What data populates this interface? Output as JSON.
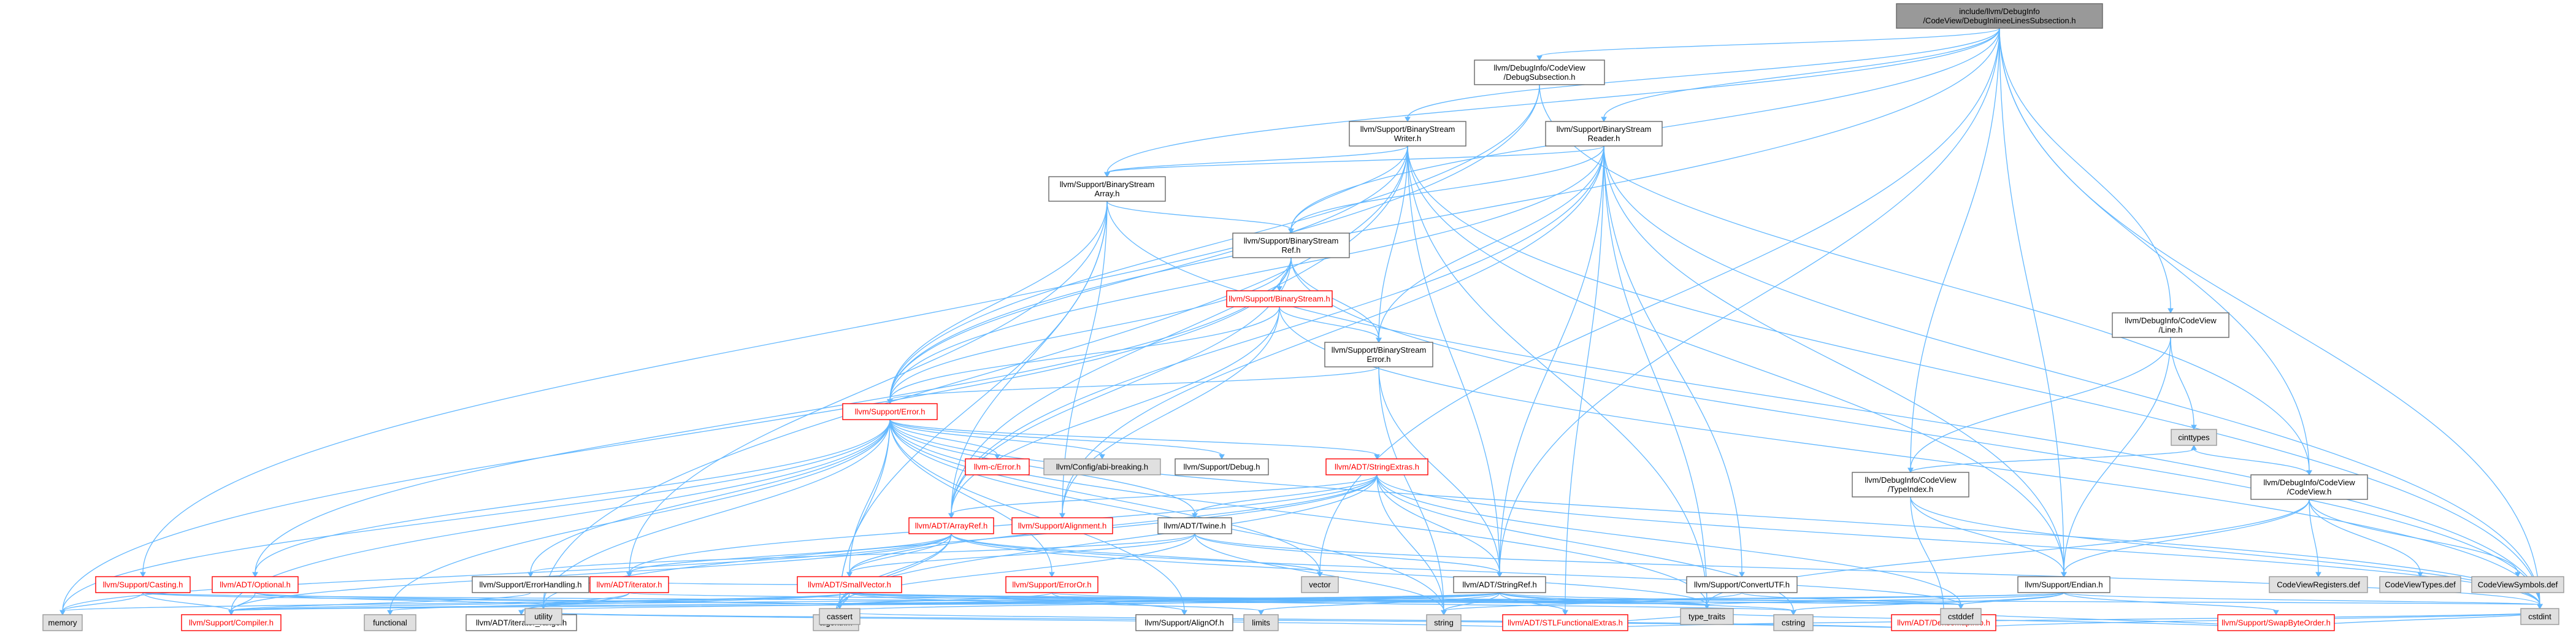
{
  "colors": {
    "edge": "#63b8ff",
    "root_fill": "#999999",
    "node_border": "#666666",
    "red_text": "#ff0000",
    "system_fill": "#e0e0e0"
  },
  "nodes": [
    {
      "id": "root",
      "lines": [
        "include/llvm/DebugInfo",
        "/CodeView/DebugInlineeLinesSubsection.h"
      ],
      "kind": "root"
    },
    {
      "id": "dbgsub",
      "lines": [
        "llvm/DebugInfo/CodeView",
        "/DebugSubsection.h"
      ],
      "kind": "normal"
    },
    {
      "id": "bsw",
      "lines": [
        "llvm/Support/BinaryStream",
        "Writer.h"
      ],
      "kind": "normal"
    },
    {
      "id": "bsr",
      "lines": [
        "llvm/Support/BinaryStream",
        "Reader.h"
      ],
      "kind": "normal"
    },
    {
      "id": "bsa",
      "lines": [
        "llvm/Support/BinaryStream",
        "Array.h"
      ],
      "kind": "normal"
    },
    {
      "id": "bsref",
      "lines": [
        "llvm/Support/BinaryStream",
        "Ref.h"
      ],
      "kind": "normal"
    },
    {
      "id": "bs",
      "lines": [
        "llvm/Support/BinaryStream.h"
      ],
      "kind": "red"
    },
    {
      "id": "bserr",
      "lines": [
        "llvm/Support/BinaryStream",
        "Error.h"
      ],
      "kind": "normal"
    },
    {
      "id": "error",
      "lines": [
        "llvm/Support/Error.h"
      ],
      "kind": "red"
    },
    {
      "id": "cerror",
      "lines": [
        "llvm-c/Error.h"
      ],
      "kind": "red"
    },
    {
      "id": "abibreak",
      "lines": [
        "llvm/Config/abi-breaking.h"
      ],
      "kind": "sys"
    },
    {
      "id": "debug",
      "lines": [
        "llvm/Support/Debug.h"
      ],
      "kind": "normal"
    },
    {
      "id": "strext",
      "lines": [
        "llvm/ADT/StringExtras.h"
      ],
      "kind": "red"
    },
    {
      "id": "arrayref",
      "lines": [
        "llvm/ADT/ArrayRef.h"
      ],
      "kind": "red"
    },
    {
      "id": "alignment",
      "lines": [
        "llvm/Support/Alignment.h"
      ],
      "kind": "red"
    },
    {
      "id": "twine",
      "lines": [
        "llvm/ADT/Twine.h"
      ],
      "kind": "normal"
    },
    {
      "id": "cvline",
      "lines": [
        "llvm/DebugInfo/CodeView",
        "/Line.h"
      ],
      "kind": "normal"
    },
    {
      "id": "typeindex",
      "lines": [
        "llvm/DebugInfo/CodeView",
        "/TypeIndex.h"
      ],
      "kind": "normal"
    },
    {
      "id": "codeview",
      "lines": [
        "llvm/DebugInfo/CodeView",
        "/CodeView.h"
      ],
      "kind": "normal"
    },
    {
      "id": "casting",
      "lines": [
        "llvm/Support/Casting.h"
      ],
      "kind": "red"
    },
    {
      "id": "optional",
      "lines": [
        "llvm/ADT/Optional.h"
      ],
      "kind": "red"
    },
    {
      "id": "errhandling",
      "lines": [
        "llvm/Support/ErrorHandling.h"
      ],
      "kind": "normal"
    },
    {
      "id": "iterator",
      "lines": [
        "llvm/ADT/iterator.h"
      ],
      "kind": "red"
    },
    {
      "id": "smallvec",
      "lines": [
        "llvm/ADT/SmallVector.h"
      ],
      "kind": "red"
    },
    {
      "id": "erroror",
      "lines": [
        "llvm/Support/ErrorOr.h"
      ],
      "kind": "red"
    },
    {
      "id": "vector",
      "lines": [
        "vector"
      ],
      "kind": "sys"
    },
    {
      "id": "stringref",
      "lines": [
        "llvm/ADT/StringRef.h"
      ],
      "kind": "normal"
    },
    {
      "id": "convutf",
      "lines": [
        "llvm/Support/ConvertUTF.h"
      ],
      "kind": "normal"
    },
    {
      "id": "endian",
      "lines": [
        "llvm/Support/Endian.h"
      ],
      "kind": "normal"
    },
    {
      "id": "cvreg",
      "lines": [
        "CodeViewRegisters.def"
      ],
      "kind": "sys"
    },
    {
      "id": "cvtypes",
      "lines": [
        "CodeViewTypes.def"
      ],
      "kind": "sys"
    },
    {
      "id": "cvsym",
      "lines": [
        "CodeViewSymbols.def"
      ],
      "kind": "sys"
    },
    {
      "id": "memory",
      "lines": [
        "memory"
      ],
      "kind": "sys"
    },
    {
      "id": "compiler",
      "lines": [
        "llvm/Support/Compiler.h"
      ],
      "kind": "red"
    },
    {
      "id": "functional",
      "lines": [
        "functional"
      ],
      "kind": "sys"
    },
    {
      "id": "itrange",
      "lines": [
        "llvm/ADT/iterator_range.h"
      ],
      "kind": "normal"
    },
    {
      "id": "algorithm",
      "lines": [
        "algorithm"
      ],
      "kind": "sys"
    },
    {
      "id": "alignof",
      "lines": [
        "llvm/Support/AlignOf.h"
      ],
      "kind": "normal"
    },
    {
      "id": "limits",
      "lines": [
        "limits"
      ],
      "kind": "sys"
    },
    {
      "id": "string",
      "lines": [
        "string"
      ],
      "kind": "sys"
    },
    {
      "id": "stlfunc",
      "lines": [
        "llvm/ADT/STLFunctionalExtras.h"
      ],
      "kind": "red"
    },
    {
      "id": "cstring",
      "lines": [
        "cstring"
      ],
      "kind": "sys"
    },
    {
      "id": "densemapinfo",
      "lines": [
        "llvm/ADT/DenseMapInfo.h"
      ],
      "kind": "red"
    },
    {
      "id": "swapbyte",
      "lines": [
        "llvm/Support/SwapByteOrder.h"
      ],
      "kind": "red"
    },
    {
      "id": "cinttypes",
      "lines": [
        "cinttypes"
      ],
      "kind": "sys"
    },
    {
      "id": "utility",
      "lines": [
        "utility"
      ],
      "kind": "sys"
    },
    {
      "id": "cassert",
      "lines": [
        "cassert"
      ],
      "kind": "sys"
    },
    {
      "id": "typetraits",
      "lines": [
        "type_traits"
      ],
      "kind": "sys"
    },
    {
      "id": "cstddef",
      "lines": [
        "cstddef"
      ],
      "kind": "sys"
    },
    {
      "id": "cstdint",
      "lines": [
        "cstdint"
      ],
      "kind": "sys"
    }
  ],
  "edges": [
    [
      "root",
      "dbgsub"
    ],
    [
      "root",
      "bsw"
    ],
    [
      "root",
      "bsr"
    ],
    [
      "root",
      "bsa"
    ],
    [
      "root",
      "bsref"
    ],
    [
      "root",
      "error"
    ],
    [
      "root",
      "cvline"
    ],
    [
      "root",
      "codeview"
    ],
    [
      "root",
      "typeindex"
    ],
    [
      "root",
      "stringref"
    ],
    [
      "root",
      "endian"
    ],
    [
      "root",
      "vector"
    ],
    [
      "root",
      "cstdint"
    ],
    [
      "dbgsub",
      "casting"
    ],
    [
      "dbgsub",
      "error"
    ],
    [
      "dbgsub",
      "codeview"
    ],
    [
      "bsw",
      "bsa"
    ],
    [
      "bsw",
      "bsref"
    ],
    [
      "bsw",
      "bserr"
    ],
    [
      "bsw",
      "error"
    ],
    [
      "bsw",
      "arrayref"
    ],
    [
      "bsw",
      "stringref"
    ],
    [
      "bsw",
      "endian"
    ],
    [
      "bsw",
      "cstdint"
    ],
    [
      "bsw",
      "utility"
    ],
    [
      "bsw",
      "typetraits"
    ],
    [
      "bsr",
      "bsa"
    ],
    [
      "bsr",
      "bsref"
    ],
    [
      "bsr",
      "bserr"
    ],
    [
      "bsr",
      "error"
    ],
    [
      "bsr",
      "alignment"
    ],
    [
      "bsr",
      "arrayref"
    ],
    [
      "bsr",
      "stringref"
    ],
    [
      "bsr",
      "endian"
    ],
    [
      "bsr",
      "convutf"
    ],
    [
      "bsr",
      "cstdint"
    ],
    [
      "bsr",
      "typetraits"
    ],
    [
      "bsr",
      "stlfunc"
    ],
    [
      "bsa",
      "bsref"
    ],
    [
      "bsa",
      "error"
    ],
    [
      "bsa",
      "arrayref"
    ],
    [
      "bsa",
      "iterator"
    ],
    [
      "bsa",
      "alignment"
    ],
    [
      "bsa",
      "cassert"
    ],
    [
      "bsa",
      "cstdint"
    ],
    [
      "bsref",
      "bs"
    ],
    [
      "bsref",
      "bserr"
    ],
    [
      "bsref",
      "error"
    ],
    [
      "bsref",
      "arrayref"
    ],
    [
      "bsref",
      "optional"
    ],
    [
      "bsref",
      "memory"
    ],
    [
      "bsref",
      "cstdint"
    ],
    [
      "bs",
      "bserr"
    ],
    [
      "bs",
      "error"
    ],
    [
      "bs",
      "alignment"
    ],
    [
      "bs",
      "arrayref"
    ],
    [
      "bs",
      "cstdint"
    ],
    [
      "bserr",
      "error"
    ],
    [
      "bserr",
      "stringref"
    ],
    [
      "bserr",
      "string"
    ],
    [
      "error",
      "cerror"
    ],
    [
      "error",
      "abibreak"
    ],
    [
      "error",
      "debug"
    ],
    [
      "error",
      "strext"
    ],
    [
      "error",
      "twine"
    ],
    [
      "error",
      "smallvec"
    ],
    [
      "error",
      "erroror"
    ],
    [
      "error",
      "errhandling"
    ],
    [
      "error",
      "optional"
    ],
    [
      "error",
      "compiler"
    ],
    [
      "error",
      "alignof"
    ],
    [
      "error",
      "format"
    ],
    [
      "error",
      "memory"
    ],
    [
      "error",
      "functional"
    ],
    [
      "error",
      "string"
    ],
    [
      "error",
      "vector"
    ],
    [
      "error",
      "cassert"
    ],
    [
      "error",
      "cstdint"
    ],
    [
      "error",
      "cstdlib"
    ],
    [
      "error",
      "system_error"
    ],
    [
      "error",
      "utility"
    ],
    [
      "error",
      "typetraits"
    ],
    [
      "strext",
      "arrayref"
    ],
    [
      "strext",
      "smallvec"
    ],
    [
      "strext",
      "stringref"
    ],
    [
      "strext",
      "twine"
    ],
    [
      "strext",
      "iterator"
    ],
    [
      "strext",
      "cassert"
    ],
    [
      "strext",
      "cstddef"
    ],
    [
      "strext",
      "cstdint"
    ],
    [
      "strext",
      "cstring"
    ],
    [
      "strext",
      "string"
    ],
    [
      "strext",
      "utility"
    ],
    [
      "arrayref",
      "compiler"
    ],
    [
      "arrayref",
      "smallvec"
    ],
    [
      "arrayref",
      "algorithm"
    ],
    [
      "arrayref",
      "memory"
    ],
    [
      "arrayref",
      "cassert"
    ],
    [
      "arrayref",
      "cstddef"
    ],
    [
      "arrayref",
      "typetraits"
    ],
    [
      "arrayref",
      "vector"
    ],
    [
      "arrayref",
      "iterator"
    ],
    [
      "arrayref",
      "array"
    ],
    [
      "twine",
      "smallvec"
    ],
    [
      "twine",
      "stringref"
    ],
    [
      "twine",
      "errhandling"
    ],
    [
      "twine",
      "cassert"
    ],
    [
      "twine",
      "cstdint"
    ],
    [
      "twine",
      "string"
    ],
    [
      "cvline",
      "endian"
    ],
    [
      "cvline",
      "cinttypes"
    ],
    [
      "cvline",
      "typeindex"
    ],
    [
      "typeindex",
      "endian"
    ],
    [
      "typeindex",
      "densemapinfo"
    ],
    [
      "typeindex",
      "cinttypes"
    ],
    [
      "typeindex",
      "cstdint"
    ],
    [
      "codeview",
      "endian"
    ],
    [
      "codeview",
      "cinttypes"
    ],
    [
      "codeview",
      "typetraits"
    ],
    [
      "codeview",
      "cvreg"
    ],
    [
      "codeview",
      "cvtypes"
    ],
    [
      "codeview",
      "cvsym"
    ],
    [
      "casting",
      "compiler"
    ],
    [
      "casting",
      "memory"
    ],
    [
      "casting",
      "cassert"
    ],
    [
      "casting",
      "typetraits"
    ],
    [
      "optional",
      "compiler"
    ],
    [
      "optional",
      "cassert"
    ],
    [
      "optional",
      "utility"
    ],
    [
      "errhandling",
      "compiler"
    ],
    [
      "iterator",
      "itrange"
    ],
    [
      "iterator",
      "cstddef"
    ],
    [
      "iterator",
      "utility"
    ],
    [
      "smallvec",
      "compiler"
    ],
    [
      "smallvec",
      "algorithm"
    ],
    [
      "smallvec",
      "cassert"
    ],
    [
      "smallvec",
      "cstddef"
    ],
    [
      "smallvec",
      "cstdint"
    ],
    [
      "smallvec",
      "cstring"
    ],
    [
      "smallvec",
      "functional"
    ],
    [
      "smallvec",
      "limits"
    ],
    [
      "smallvec",
      "memory"
    ],
    [
      "smallvec",
      "typetraits"
    ],
    [
      "smallvec",
      "utility"
    ],
    [
      "smallvec",
      "iterator"
    ],
    [
      "erroror",
      "alignof"
    ],
    [
      "erroror",
      "cassert"
    ],
    [
      "erroror",
      "typetraits"
    ],
    [
      "stringref",
      "compiler"
    ],
    [
      "stringref",
      "stlfunc"
    ],
    [
      "stringref",
      "itrange"
    ],
    [
      "stringref",
      "algorithm"
    ],
    [
      "stringref",
      "cassert"
    ],
    [
      "stringref",
      "cstddef"
    ],
    [
      "stringref",
      "cstring"
    ],
    [
      "stringref",
      "limits"
    ],
    [
      "stringref",
      "string"
    ],
    [
      "stringref",
      "typetraits"
    ],
    [
      "stringref",
      "utility"
    ],
    [
      "convutf",
      "cstddef"
    ],
    [
      "convutf",
      "string"
    ],
    [
      "convutf",
      "system_error"
    ],
    [
      "endian",
      "compiler"
    ],
    [
      "endian",
      "swapbyte"
    ],
    [
      "endian",
      "cassert"
    ],
    [
      "endian",
      "cstddef"
    ],
    [
      "endian",
      "cstdint"
    ],
    [
      "endian",
      "cstring"
    ],
    [
      "endian",
      "typetraits"
    ],
    [
      "stlfunc",
      "cstdint"
    ],
    [
      "stlfunc",
      "typetraits"
    ],
    [
      "stlfunc",
      "utility"
    ],
    [
      "densemapinfo",
      "cassert"
    ],
    [
      "densemapinfo",
      "cstddef"
    ],
    [
      "densemapinfo",
      "cstdint"
    ],
    [
      "densemapinfo",
      "utility"
    ],
    [
      "swapbyte",
      "cstddef"
    ],
    [
      "swapbyte",
      "cstdint"
    ],
    [
      "swapbyte",
      "typetraits"
    ],
    [
      "itrange",
      "utility"
    ]
  ]
}
